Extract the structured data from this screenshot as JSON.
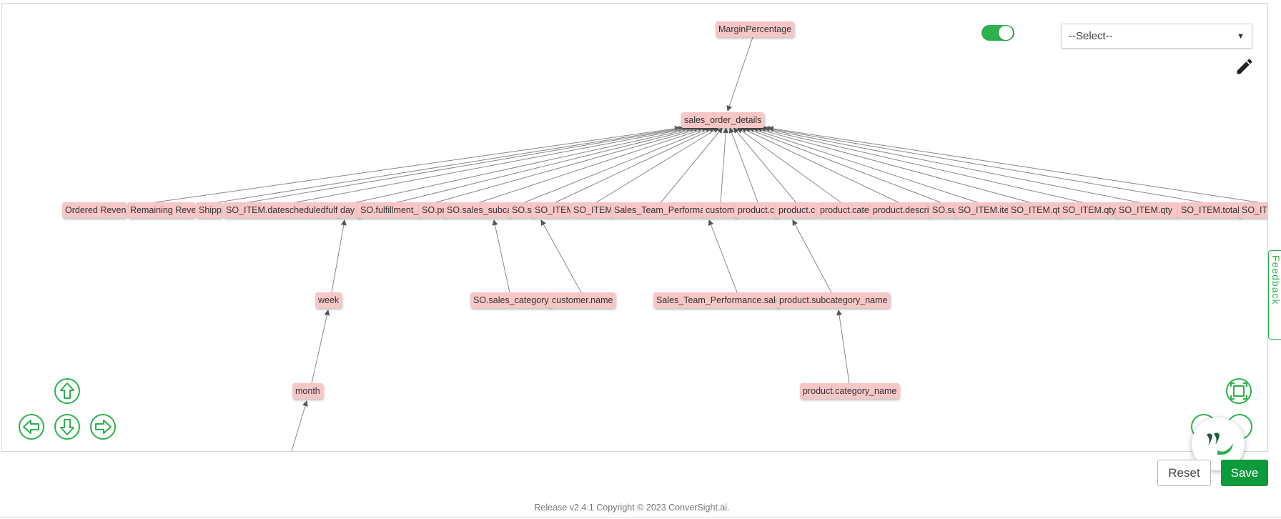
{
  "graph": {
    "root": "MarginPercentage",
    "center": "sales_order_details",
    "row3": [
      "Ordered Reven",
      "Remaining Reve",
      "Shipp",
      "SO_ITEM.datescheduledfulfi",
      "day",
      "SO.fulfillment_",
      "SO.pr",
      "SO.sales_subca",
      "SO.s",
      "SO_ITEM",
      "SO_ITEM.",
      "Sales_Team_Performa",
      "custom",
      "product.c",
      "product.c",
      "product.cate",
      "product.descri",
      "SO.su",
      "SO_ITEM.ite",
      "SO_ITEM.qt",
      "SO_ITEM.qty",
      "SO_ITEM.qty",
      "SO_ITEM.total",
      "SO_IT"
    ],
    "row4": [
      "week",
      "SO.sales_category",
      "customer.name",
      "Sales_Team_Performance.sale",
      "product.subcategory_name"
    ],
    "row5": [
      "month",
      "product.category_name"
    ]
  },
  "controls": {
    "select_placeholder": "--Select--",
    "toggle_on": true,
    "reset_label": "Reset",
    "save_label": "Save",
    "feedback_label": "Feedback"
  },
  "footer": {
    "text": "Release v2.4.1 Copyright © 2023 ConverSight.ai."
  },
  "icons": {
    "toggle": "toggle-switch",
    "edit": "pencil-icon",
    "up": "arrow-up-icon",
    "down": "arrow-down-icon",
    "left": "arrow-left-icon",
    "right": "arrow-right-icon",
    "fit": "fit-screen-icon",
    "chat": "chat-assistant-icon"
  },
  "colors": {
    "accent": "#2bb24c",
    "node": "#f8c6c6",
    "save": "#0c9b3a"
  }
}
